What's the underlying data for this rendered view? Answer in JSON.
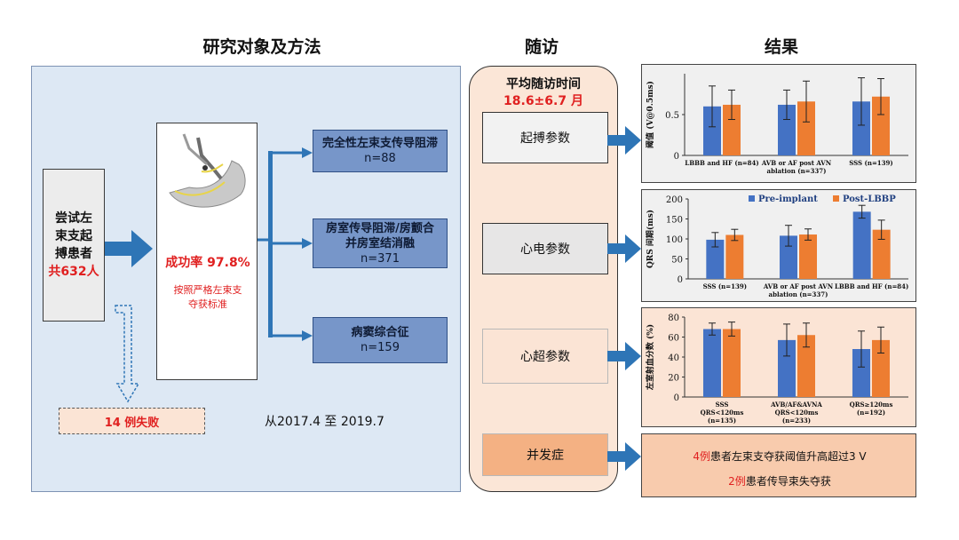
{
  "headers": {
    "methods": "研究对象及方法",
    "followup": "随访",
    "results": "结果"
  },
  "methods": {
    "patients_line1": "尝试左",
    "patients_line2": "束支起",
    "patients_line3": "搏患者",
    "patients_count": "共632人",
    "success_rate": "成功率 97.8%",
    "criteria_line1": "按照严格左束支",
    "criteria_line2": "夺获标准",
    "groups": [
      {
        "line1": "完全性左束支传导阻滞",
        "line2": "",
        "n": "n=88"
      },
      {
        "line1": "房室传导阻滞/房颤合",
        "line2": "并房室结消融",
        "n": "n=371"
      },
      {
        "line1": "病窦综合征",
        "line2": "",
        "n": "n=159"
      }
    ],
    "failure": "14 例失败",
    "period": "从2017.4 至 2019.7"
  },
  "followup": {
    "title": "平均随访时间",
    "duration": "18.6±6.7 月",
    "items": [
      "起搏参数",
      "心电参数",
      "心超参数",
      "并发症"
    ]
  },
  "results": {
    "complications": {
      "line1_num": "4例",
      "line1_text": "患者左束支夺获阈值升高超过3 V",
      "line2_num": "2例",
      "line2_text": "患者传导束失夺获"
    }
  },
  "colors": {
    "pre": "#4472c4",
    "post": "#ed7d31",
    "arrow": "#2e75b6",
    "accent_red": "#e02020"
  },
  "chart_data": [
    {
      "type": "bar",
      "ylabel": "阈值 (V@0.5ms)",
      "ylim": [
        0,
        1.0
      ],
      "yticks": [
        0,
        0.5
      ],
      "categories": [
        [
          "LBBB and HF (n=84)"
        ],
        [
          "AVB or AF post AVN",
          "ablation (n=337)"
        ],
        [
          "SSS (n=139)"
        ]
      ],
      "series": [
        {
          "values": [
            0.6,
            0.62,
            0.66
          ],
          "err": [
            0.25,
            0.18,
            0.29
          ]
        },
        {
          "values": [
            0.62,
            0.66,
            0.72
          ],
          "err": [
            0.18,
            0.25,
            0.22
          ]
        }
      ]
    },
    {
      "type": "bar",
      "ylabel": "QRS 间期(ms)",
      "ylim": [
        0,
        200
      ],
      "yticks": [
        0,
        50,
        100,
        150,
        200
      ],
      "categories": [
        [
          "SSS (n=139)"
        ],
        [
          "AVB or AF post AVN",
          "ablation (n=337)"
        ],
        [
          "LBBB and HF (n=84)"
        ]
      ],
      "series": [
        {
          "name": "Pre-implant",
          "values": [
            98,
            108,
            168
          ],
          "err": [
            18,
            26,
            16
          ]
        },
        {
          "name": "Post-LBBP",
          "values": [
            110,
            111,
            123
          ],
          "err": [
            14,
            14,
            24
          ]
        }
      ],
      "legend": "top-right"
    },
    {
      "type": "bar",
      "ylabel": "左室射血分数 (%)",
      "ylim": [
        0,
        80
      ],
      "yticks": [
        0,
        20,
        40,
        60,
        80
      ],
      "categories": [
        [
          "SSS",
          "QRS<120ms",
          "(n=135)"
        ],
        [
          "AVB/AF&AVNA",
          "QRS<120ms",
          "(n=233)"
        ],
        [
          "QRS≥120ms",
          "(n=192)"
        ]
      ],
      "series": [
        {
          "values": [
            68,
            57,
            48
          ],
          "err": [
            6,
            16,
            18
          ]
        },
        {
          "values": [
            68,
            62,
            57
          ],
          "err": [
            7,
            12,
            13
          ]
        }
      ]
    }
  ]
}
